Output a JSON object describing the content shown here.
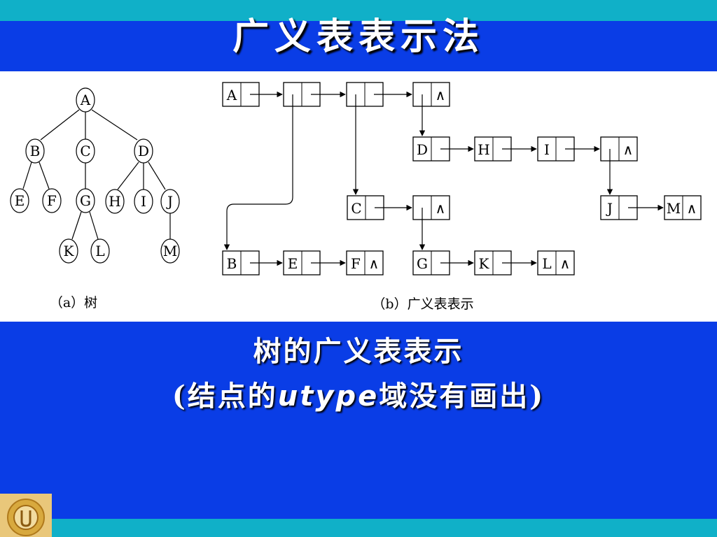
{
  "slide": {
    "title": "广义表表示法",
    "caption_line1": "树的广义表表示",
    "caption_line2_pre": "(结点的",
    "caption_line2_em": "utype",
    "caption_line2_post": "域没有画出)"
  },
  "figure_a": {
    "caption": "（a）树",
    "nodes": [
      "A",
      "B",
      "C",
      "D",
      "E",
      "F",
      "G",
      "H",
      "I",
      "J",
      "K",
      "L",
      "M"
    ]
  },
  "figure_b": {
    "caption": "（b）广义表表示",
    "null_mark": "∧"
  },
  "colors": {
    "background": "#0a3de6",
    "stripe": "#10b0c8",
    "panel": "#ffffff",
    "text": "#ffffff"
  },
  "logo": {
    "icon": "university-seal-icon"
  }
}
